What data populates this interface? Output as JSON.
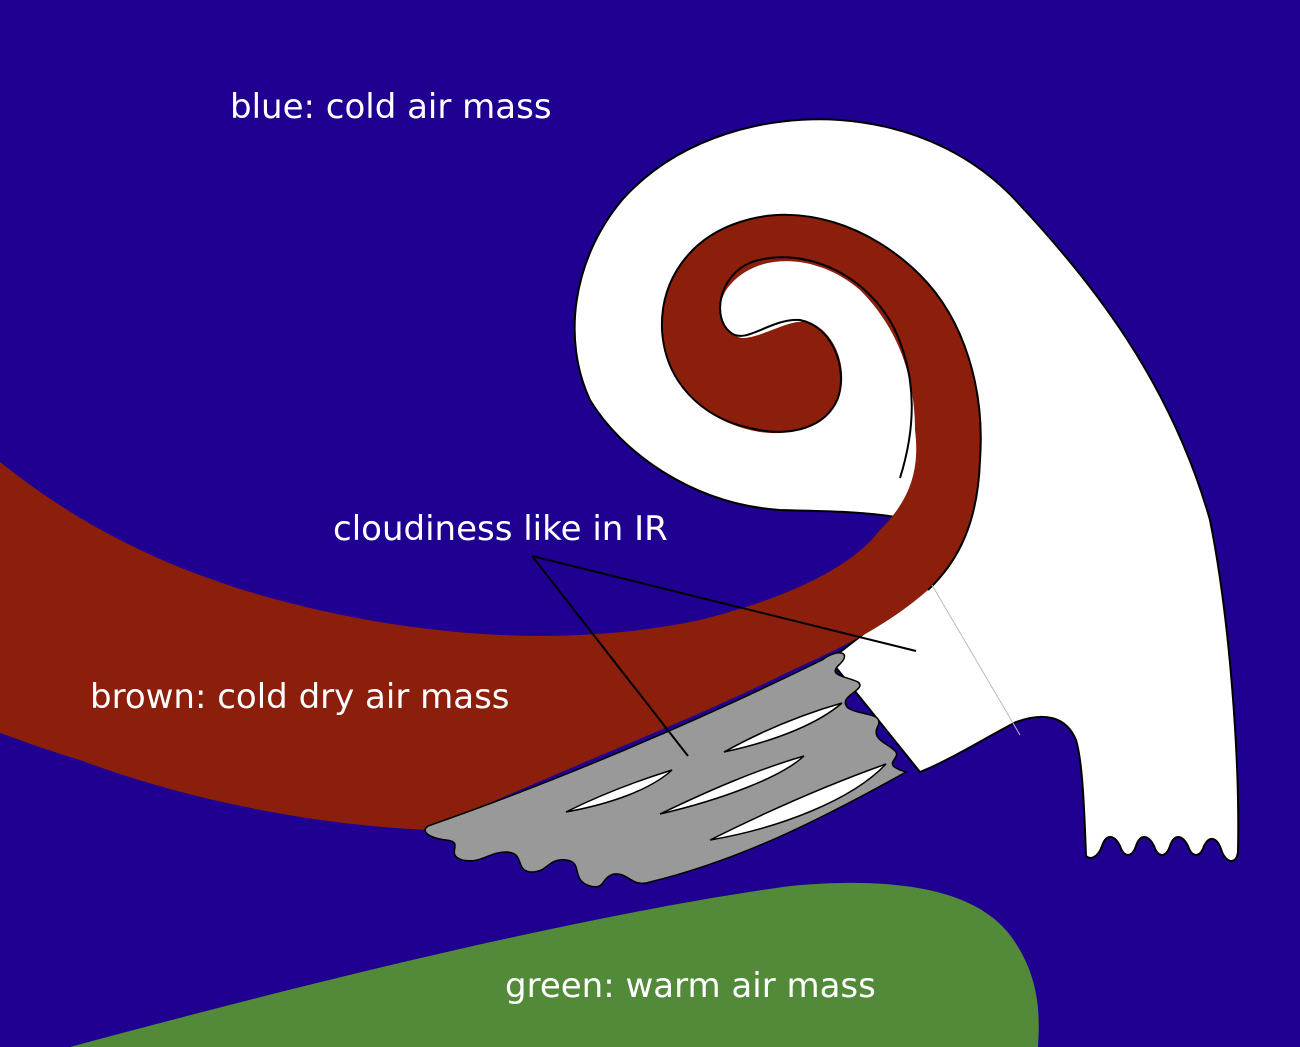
{
  "labels": {
    "blue": "blue: cold air mass",
    "brown": "brown: cold dry air mass",
    "green": "green: warm air mass",
    "cloudiness": "cloudiness like in IR"
  },
  "colors": {
    "cold_air": "#1f0091",
    "cold_dry_air": "#8b1f0b",
    "warm_air": "#538a3a",
    "cloud_white": "#ffffff",
    "cloud_grey": "#999999",
    "outline": "#000000"
  }
}
